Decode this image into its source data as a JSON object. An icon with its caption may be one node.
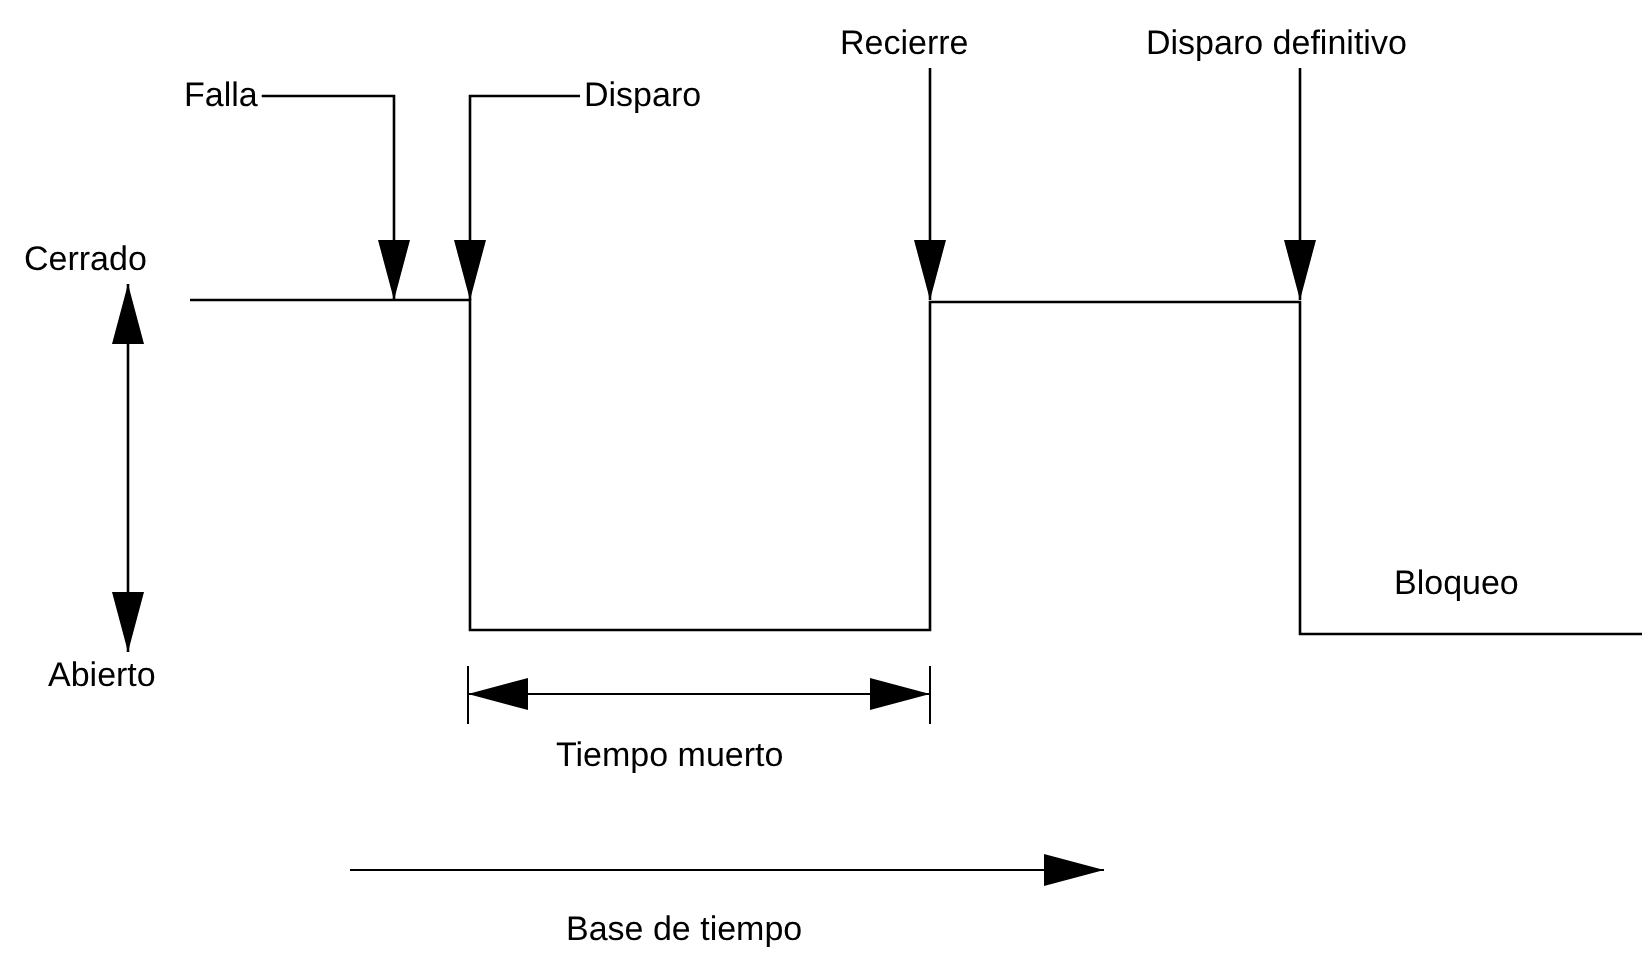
{
  "diagram": {
    "nodes": [
      {
        "text": [
          "Falla"
        ]
      },
      {
        "text": [
          "Disparo"
        ]
      },
      {
        "text": [
          "Recierre"
        ]
      },
      {
        "text": [
          "Disparo definitivo"
        ]
      },
      {
        "text": [
          "Cerrado"
        ]
      },
      {
        "text": [
          "Abierto"
        ]
      }
    ],
    "edges": [
      {
        "from": 0,
        "to": null,
        "arrow": "to"
      },
      {
        "from": 1,
        "to": null,
        "arrow": "to"
      },
      {
        "from": 2,
        "to": null,
        "arrow": "to"
      },
      {
        "from": 3,
        "to": null,
        "arrow": "to"
      },
      {
        "from": 4,
        "to": 5,
        "arrow": "both"
      }
    ],
    "labels": [
      "Bloqueo",
      "Tiempo muerto",
      "Base de tiempo"
    ]
  }
}
